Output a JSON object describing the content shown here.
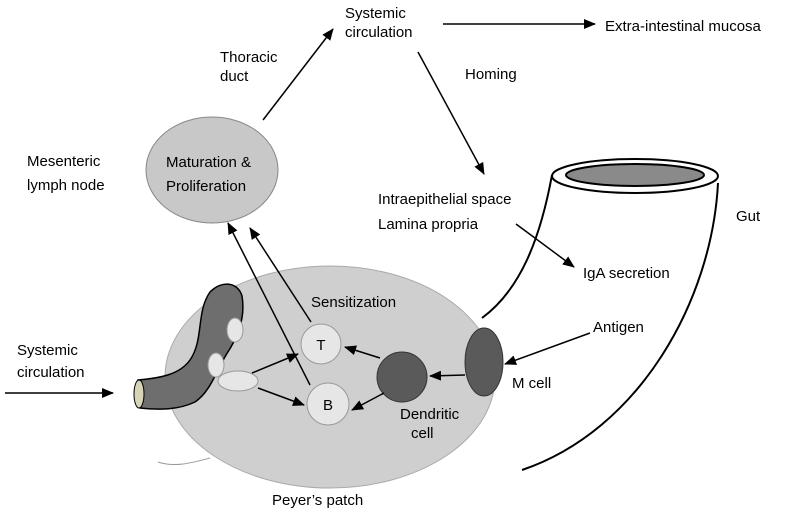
{
  "labels": {
    "systemic_circulation_top": [
      "Systemic",
      "circulation"
    ],
    "extra_intestinal_mucosa": "Extra-intestinal mucosa",
    "thoracic_duct": [
      "Thoracic",
      "duct"
    ],
    "homing": "Homing",
    "mesenteric_lymph_node": [
      "Mesenteric",
      "lymph node"
    ],
    "maturation_proliferation": [
      "Maturation &",
      "Proliferation"
    ],
    "intraepithelial_space": "Intraepithelial space",
    "lamina_propria": "Lamina propria",
    "gut": "Gut",
    "iga_secretion": "IgA secretion",
    "sensitization": "Sensitization",
    "antigen": "Antigen",
    "systemic_circulation_left": [
      "Systemic",
      "circulation"
    ],
    "t_cell": "T",
    "b_cell": "B",
    "m_cell": "M cell",
    "dendritic_cell": [
      "Dendritic",
      "cell"
    ],
    "peyers_patch": "Peyer’s patch"
  },
  "colors": {
    "node_fill": "#c8c8c8",
    "patch_fill": "#cfcfcf",
    "vessel_fill": "#6e6e6e",
    "dark_cell": "#5a5a5a",
    "light_cell": "#e6e6e6",
    "stroke": "#000000"
  }
}
